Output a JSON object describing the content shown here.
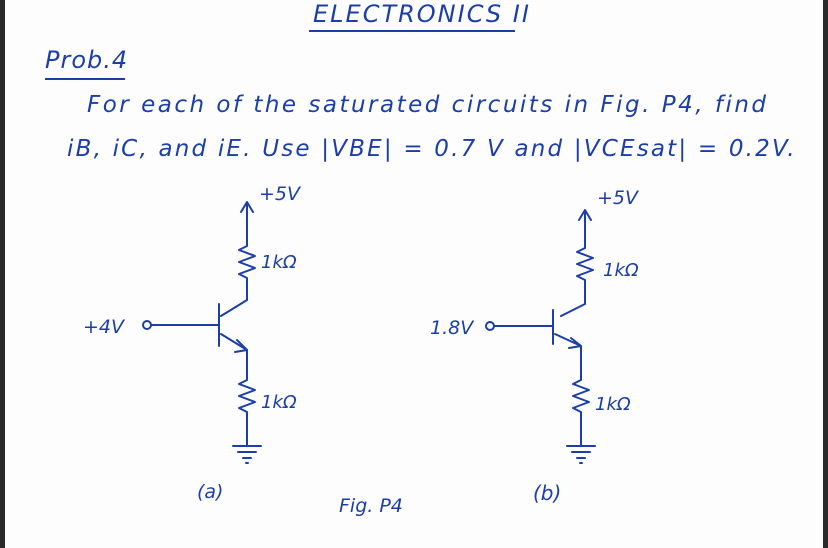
{
  "header": {
    "title": "ELECTRONICS II"
  },
  "problem": {
    "label": "Prob.4",
    "line1": "For each of the saturated circuits in Fig. P4, find",
    "line2": "iB, iC, and iE. Use |VBE| = 0.7 V and |VCEsat| = 0.2V."
  },
  "circuit_a": {
    "supply": "+5V",
    "collector_resistor": "1kΩ",
    "input": "+4V",
    "emitter_resistor": "1kΩ",
    "caption": "(a)"
  },
  "circuit_b": {
    "supply": "+5V",
    "collector_resistor": "1kΩ",
    "input": "1.8V",
    "emitter_resistor": "1kΩ",
    "caption": "(b)"
  },
  "figure_caption": "Fig. P4",
  "colors": {
    "ink": "#1b3ea8",
    "paper": "#fdfdfd",
    "border": "#2a2a2a"
  }
}
